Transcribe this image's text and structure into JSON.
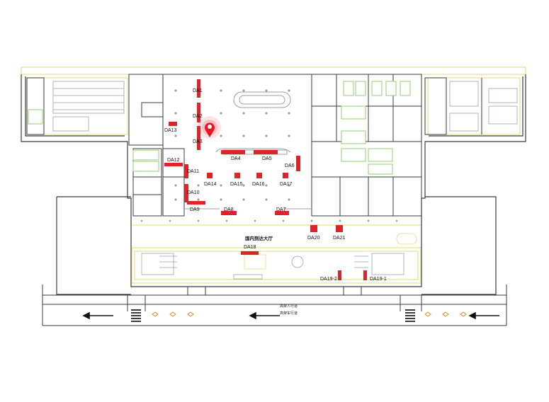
{
  "map": {
    "hall_label": "国内到达大厅",
    "road_labels": {
      "walkway": "高架人行道",
      "roadway": "高架车行道"
    },
    "colors": {
      "ad_spot": "#d9252b",
      "wall": "#3a3a3a",
      "floor_line": "#e3d77f",
      "interior": "#9aa3a0",
      "fixture": "#8fd16c",
      "marker": "#e01b22"
    },
    "marker_icon": "location-pin-icon",
    "ad_spots": [
      {
        "id": "DA1"
      },
      {
        "id": "DA2"
      },
      {
        "id": "DA3"
      },
      {
        "id": "DA4"
      },
      {
        "id": "DA5"
      },
      {
        "id": "DA6"
      },
      {
        "id": "DA7"
      },
      {
        "id": "DA8"
      },
      {
        "id": "DA9"
      },
      {
        "id": "DA10"
      },
      {
        "id": "DA11"
      },
      {
        "id": "DA12"
      },
      {
        "id": "DA13"
      },
      {
        "id": "DA14"
      },
      {
        "id": "DA15"
      },
      {
        "id": "DA16"
      },
      {
        "id": "DA17"
      },
      {
        "id": "DA18"
      },
      {
        "id": "DA19-2"
      },
      {
        "id": "DA19-1"
      },
      {
        "id": "DA20"
      },
      {
        "id": "DA21"
      }
    ]
  }
}
